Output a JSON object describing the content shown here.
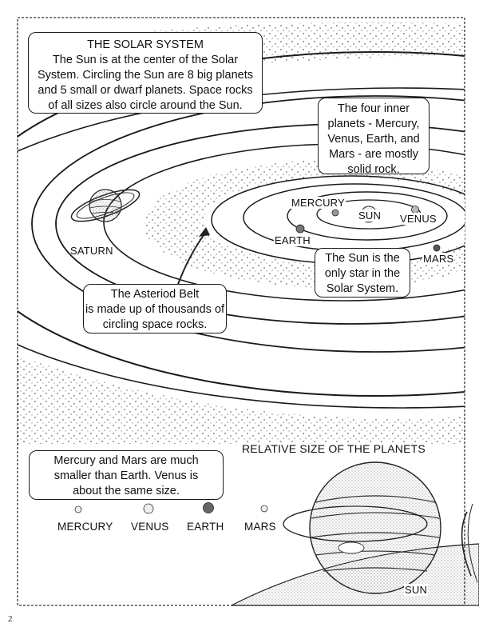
{
  "intro": {
    "title": "THE SOLAR SYSTEM",
    "lines": [
      "The Sun is at the center of the Solar",
      "System. Circling the Sun are 8 big planets",
      "and 5 small or dwarf planets. Space rocks",
      "of all sizes also circle around the Sun."
    ]
  },
  "inner_planets_note": [
    "The four inner",
    "planets - Mercury,",
    "Venus, Earth, and",
    "Mars - are mostly",
    "solid rock."
  ],
  "sun_note": [
    "The Sun is the",
    "only star in the",
    "Solar System."
  ],
  "asteroid_note": [
    "The Asteriod Belt",
    "is made up of thousands of",
    "circling space rocks."
  ],
  "orbit_labels": {
    "mercury": "MERCURY",
    "sun": "SUN",
    "venus": "VENUS",
    "earth": "EARTH",
    "mars": "MARS",
    "saturn": "SATURN"
  },
  "relative_size": {
    "heading": "RELATIVE SIZE OF THE PLANETS",
    "note": [
      "Mercury and Mars are much",
      "smaller than Earth. Venus is",
      "about the same size."
    ],
    "planets": [
      "MERCURY",
      "VENUS",
      "EARTH",
      "MARS"
    ],
    "sun_label": "SUN"
  },
  "page_number": "2"
}
